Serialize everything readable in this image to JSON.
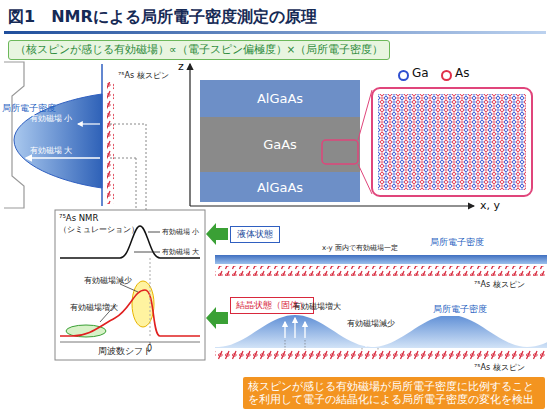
{
  "diagram": {
    "title": "図1　NMRによる局所電子密度測定の原理",
    "nodes": [
      {
        "text": [
          "（核スピンが感じる有効磁場）∝（電子スピン偏極度）×（局所電子密度）"
        ]
      },
      {
        "text": [
          "AlGaAs"
        ]
      },
      {
        "text": [
          "GaAs"
        ]
      },
      {
        "text": [
          "AlGaAs"
        ]
      },
      {
        "text": [
          "⁷⁵As NMR",
          "（シミュレーション）"
        ]
      },
      {
        "text": [
          "液体状態"
        ]
      },
      {
        "text": [
          "結晶状態（固体）"
        ]
      },
      {
        "text": [
          "核スピンが感じる有効磁場が局所電子密度に比例することを利用して電子の結晶化による局所電子密度の変化を検出"
        ]
      }
    ],
    "labels": [
      "⁷⁵As 核スピン",
      "局所電子密度",
      "有効磁場 小",
      "有効磁場 大",
      "z",
      "x, y",
      "有効磁場 小",
      "有効磁場 大",
      "有効磁場減少",
      "有効磁場増大",
      "周波数シフト",
      "0",
      "x-y 面内で有効磁場一定",
      "局所電子密度",
      "⁷⁵As 核スピン",
      "有効磁場増大",
      "有効磁場減少",
      "局所電子密度",
      "⁷⁵As 核スピン"
    ],
    "legend": [
      {
        "text": "Ga",
        "color": "#2f4fd0"
      },
      {
        "text": "As",
        "color": "#e0304a"
      }
    ]
  }
}
